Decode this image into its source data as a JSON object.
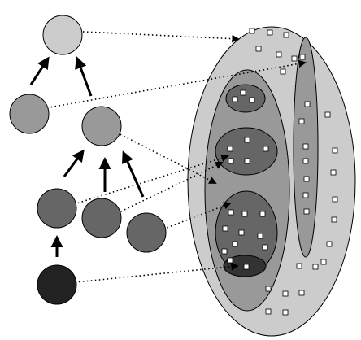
{
  "colors": {
    "background": "#ffffff",
    "stroke": "#000000",
    "hierarchy_node_level1": "#cccccc",
    "hierarchy_node_level2": "#999999",
    "hierarchy_node_level3": "#666666",
    "hierarchy_node_level4": "#222222",
    "region_outer": "#cccccc",
    "region_middle": "#999999",
    "region_inner": "#666666",
    "region_core": "#333333",
    "point_fill": "#ffffff"
  },
  "hierarchy": {
    "levels": 4,
    "nodes": [
      {
        "id": "root",
        "level": 1
      },
      {
        "id": "mid-left",
        "level": 2
      },
      {
        "id": "mid-right",
        "level": 2
      },
      {
        "id": "low-a",
        "level": 3
      },
      {
        "id": "low-b",
        "level": 3
      },
      {
        "id": "low-c",
        "level": 3
      },
      {
        "id": "leaf",
        "level": 4
      }
    ],
    "edges": [
      {
        "from": "mid-left",
        "to": "root"
      },
      {
        "from": "mid-right",
        "to": "root"
      },
      {
        "from": "low-a",
        "to": "mid-right"
      },
      {
        "from": "low-b",
        "to": "mid-right"
      },
      {
        "from": "low-c",
        "to": "mid-right"
      },
      {
        "from": "leaf",
        "to": "low-a"
      }
    ]
  },
  "mappings": [
    {
      "from": "root",
      "to": "outer-region"
    },
    {
      "from": "mid-left",
      "to": "strip-region"
    },
    {
      "from": "mid-right",
      "to": "middle-region"
    },
    {
      "from": "low-a",
      "to": "cluster-2"
    },
    {
      "from": "low-b",
      "to": "cluster-3"
    },
    {
      "from": "low-c",
      "to": "cluster-3"
    },
    {
      "from": "leaf",
      "to": "core-region"
    }
  ]
}
